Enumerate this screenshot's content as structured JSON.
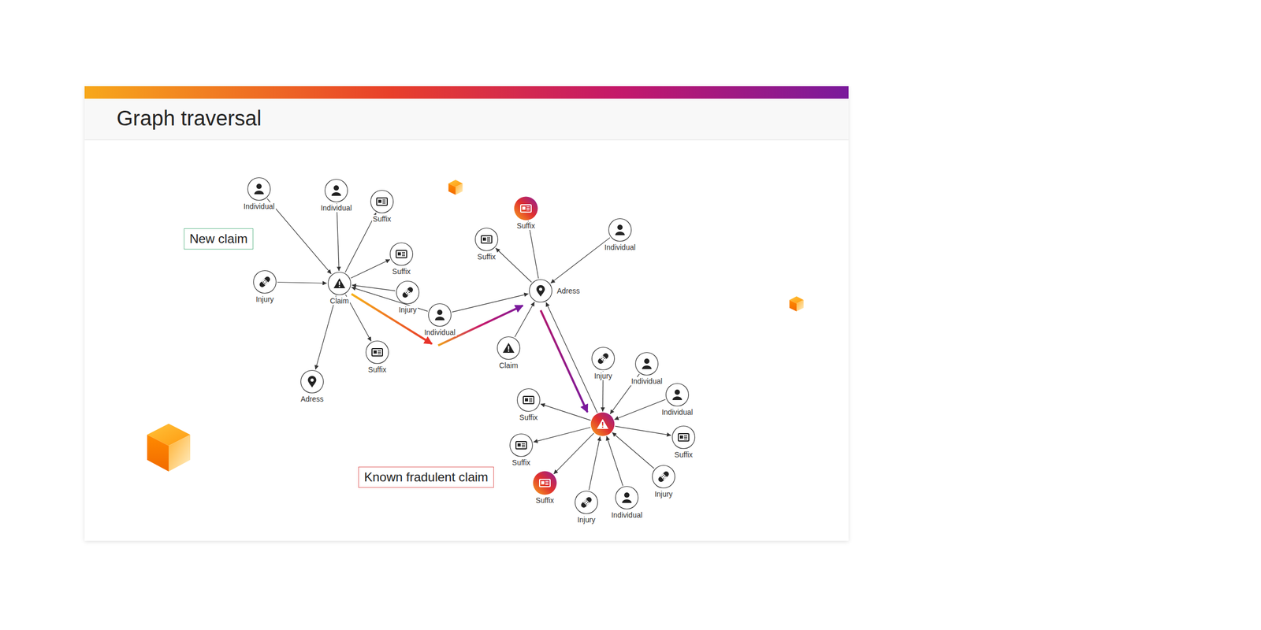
{
  "diagram": {
    "title": "Graph traversal",
    "nodes": [
      {
        "text": [
          "Individual"
        ]
      },
      {
        "text": [
          "Individual"
        ]
      },
      {
        "text": [
          "Suffix"
        ]
      },
      {
        "text": [
          "Suffix"
        ]
      },
      {
        "text": [
          "Injury"
        ]
      },
      {
        "text": [
          "Claim"
        ]
      },
      {
        "text": [
          "Injury"
        ]
      },
      {
        "text": [
          "Individual"
        ]
      },
      {
        "text": [
          "Suffix"
        ]
      },
      {
        "text": [
          "Adress"
        ]
      },
      {
        "text": [
          "Suffix"
        ]
      },
      {
        "text": [
          "Suffix"
        ]
      },
      {
        "text": [
          "Individual"
        ]
      },
      {
        "text": [
          "Adress"
        ]
      },
      {
        "text": [
          "Claim"
        ]
      },
      {
        "text": [
          "Injury"
        ]
      },
      {
        "text": [
          "Individual"
        ]
      },
      {
        "text": [
          "Suffix"
        ]
      },
      {
        "text": [
          "Individual"
        ]
      },
      {
        "text": []
      },
      {
        "text": [
          "Suffix"
        ]
      },
      {
        "text": [
          "Suffix"
        ]
      },
      {
        "text": [
          "Suffix"
        ]
      },
      {
        "text": [
          "Injury"
        ]
      },
      {
        "text": [
          "Injury"
        ]
      },
      {
        "text": [
          "Individual"
        ]
      },
      {
        "text": [
          "New claim"
        ]
      },
      {
        "text": [
          "Known fradulent claim"
        ]
      }
    ],
    "edges": [
      {
        "from": 0,
        "to": 5,
        "arrow": "to"
      },
      {
        "from": 1,
        "to": 5,
        "arrow": "to"
      },
      {
        "from": 5,
        "to": 2,
        "arrow": "to"
      },
      {
        "from": 5,
        "to": 3,
        "arrow": "to"
      },
      {
        "from": 4,
        "to": 5,
        "arrow": "to"
      },
      {
        "from": 6,
        "to": 5,
        "arrow": "to"
      },
      {
        "from": 7,
        "to": 5,
        "arrow": "to"
      },
      {
        "from": 5,
        "to": 8,
        "arrow": "to"
      },
      {
        "from": 5,
        "to": 9,
        "arrow": "to"
      },
      {
        "from": 7,
        "to": 13,
        "arrow": "to"
      },
      {
        "from": 13,
        "to": 10,
        "arrow": "to"
      },
      {
        "from": 13,
        "to": 11,
        "arrow": "to"
      },
      {
        "from": 12,
        "to": 13,
        "arrow": "to"
      },
      {
        "from": 14,
        "to": 13,
        "arrow": "to"
      },
      {
        "from": 19,
        "to": 13,
        "arrow": "to"
      },
      {
        "from": 15,
        "to": 19,
        "arrow": "to"
      },
      {
        "from": 16,
        "to": 19,
        "arrow": "to"
      },
      {
        "from": 19,
        "to": 17,
        "arrow": "to"
      },
      {
        "from": 18,
        "to": 19,
        "arrow": "to"
      },
      {
        "from": 19,
        "to": 20,
        "arrow": "to"
      },
      {
        "from": 19,
        "to": 21,
        "arrow": "to"
      },
      {
        "from": 19,
        "to": 22,
        "arrow": "to"
      },
      {
        "from": 23,
        "to": 19,
        "arrow": "to"
      },
      {
        "from": 24,
        "to": 19,
        "arrow": "to"
      },
      {
        "from": 25,
        "to": 19,
        "arrow": "to"
      }
    ]
  }
}
